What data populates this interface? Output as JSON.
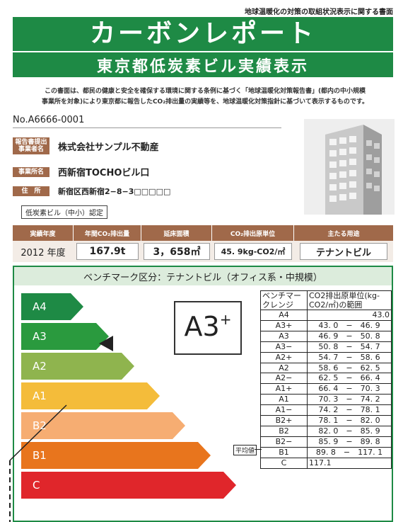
{
  "top_note": "地球温暖化の対策の取組状況表示に関する書面",
  "header": {
    "title": "カーボンレポート",
    "subtitle": "東京都低炭素ビル実績表示"
  },
  "intro": {
    "line1": "この書面は、都民の健康と安全を確保する環境に関する条例に基づく「地球温暖化対策報告書」(都内の中小規模",
    "line2": "事業所を対象)により東京都に報告したCO₂排出量の実績等を、地球温暖化対策指針に基づいて表示するものです。"
  },
  "doc_no": "No.A6666-0001",
  "info": {
    "submitter_tag": "報告書提出 事業者名",
    "submitter": "株式会社サンプル不動産",
    "site_tag": "事業所名",
    "site": "西新宿TOCHOビル口",
    "address_tag": "住　所",
    "address": "新宿区西新宿2−8−3□□□□□",
    "cert": "低炭素ビル（中小）認定"
  },
  "stats": {
    "headers": [
      "実績年度",
      "年間CO₂排出量",
      "延床面積",
      "CO₂排出原単位",
      "主たる用途"
    ],
    "year": "2012 年度",
    "emission": "167.9t",
    "area": "3，658㎡",
    "intensity": "45. 9kg-CO2/㎡",
    "use": "テナントビル"
  },
  "benchmark": {
    "title": "ベンチマーク区分：テナントビル（オフィス系・中規模）",
    "grade": "A3",
    "grade_sup": "+",
    "avg_label": "平均値",
    "bands": [
      {
        "label": "A4",
        "color": "#1e8a45"
      },
      {
        "label": "A3",
        "color": "#2a9a3e"
      },
      {
        "label": "A2",
        "color": "#8fb44e"
      },
      {
        "label": "A1",
        "color": "#f4bc3a"
      },
      {
        "label": "B2",
        "color": "#f6ad72"
      },
      {
        "label": "B1",
        "color": "#e8751d"
      },
      {
        "label": "C",
        "color": "#e0262b"
      }
    ],
    "table_head": {
      "col1": "ベンチマークレンジ",
      "col2": "CO2排出原単位(kg-CO2/㎡)の範囲"
    },
    "rows": [
      {
        "r": "A4",
        "v": "43.0"
      },
      {
        "r": "A3+",
        "v": "43. 0　−　46. 9"
      },
      {
        "r": "A3",
        "v": "46. 9　−　50. 8"
      },
      {
        "r": "A3−",
        "v": "50. 8　−　54. 7"
      },
      {
        "r": "A2+",
        "v": "54. 7　−　58. 6"
      },
      {
        "r": "A2",
        "v": "58. 6　−　62. 5"
      },
      {
        "r": "A2−",
        "v": "62. 5　−　66. 4"
      },
      {
        "r": "A1+",
        "v": "66. 4　−　70. 3"
      },
      {
        "r": "A1",
        "v": "70. 3　−　74. 2"
      },
      {
        "r": "A1−",
        "v": "74. 2　−　78. 1"
      },
      {
        "r": "B2+",
        "v": "78. 1　−　82. 0"
      },
      {
        "r": "B2",
        "v": "82. 0　−　85. 9"
      },
      {
        "r": "B2−",
        "v": "85. 9　−　89. 8"
      },
      {
        "r": "B1",
        "v": "89. 8　−　117. 1"
      },
      {
        "r": "C",
        "v": "117.1"
      }
    ]
  }
}
